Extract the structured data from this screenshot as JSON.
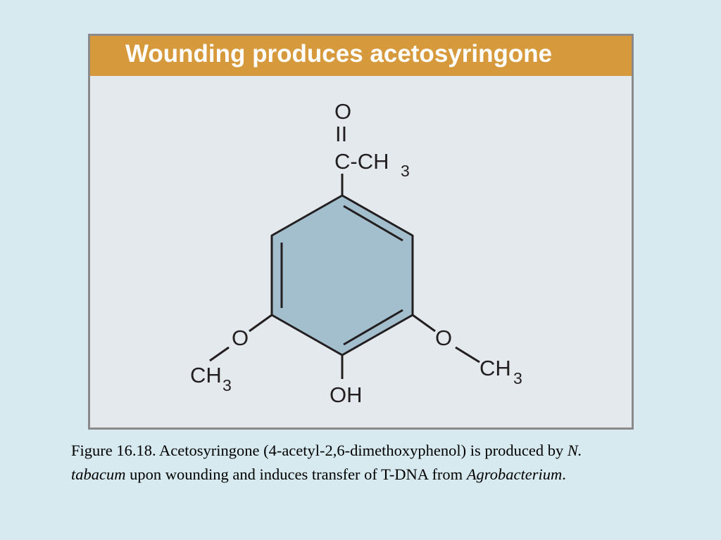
{
  "figure": {
    "title": "Wounding produces acetosyringone",
    "colors": {
      "header": "#d69a3d",
      "panel": "#e3e9ec",
      "ring_fill": "#a3bfcd",
      "bond": "#231f20",
      "page_background": "#d7eaef"
    },
    "atoms": {
      "carbonyl_o": "O",
      "carbonyl_bond": "II",
      "acetyl_c": "C-CH",
      "acetyl_sub": "3",
      "left_o": "O",
      "left_ch": "CH",
      "left_sub": "3",
      "right_o": "O",
      "right_ch": "CH",
      "right_sub": "3",
      "hydroxyl": "OH"
    }
  },
  "caption": {
    "part1": "Figure 16.18.  Acetosyringone (4-acetyl-2,6-dimethoxyphenol) is produced by ",
    "species": "N. tabacum",
    "part2": " upon wounding and induces transfer of T-DNA from ",
    "genus": "Agrobacterium",
    "part3": "."
  }
}
